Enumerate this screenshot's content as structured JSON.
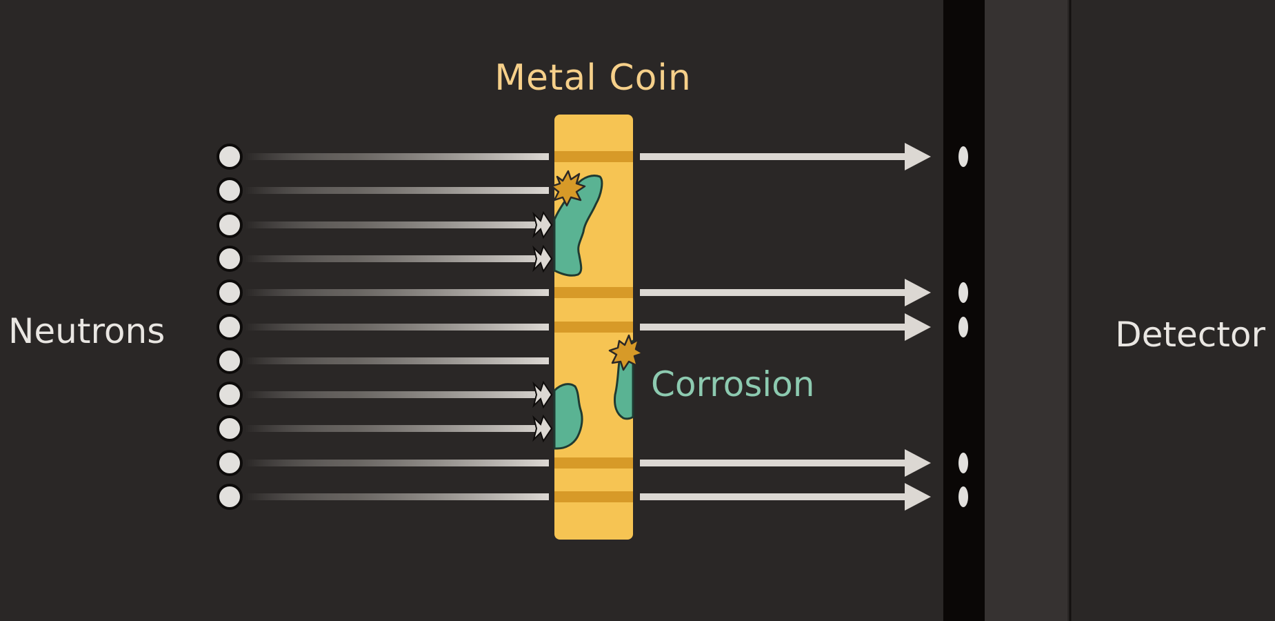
{
  "labels": {
    "coin": "Metal Coin",
    "source": "Neutrons",
    "corrosion": "Corrosion",
    "detector": "Detector"
  },
  "colors": {
    "background": "#2a2726",
    "coin": "#f6c453",
    "coin_band": "#d79a28",
    "corrosion": "#5ab393",
    "corrosion_spark": "#d79a28",
    "beam": "#dcd8d3",
    "neutron": "#e2e0dd",
    "detector_wall": "#0a0706",
    "detector_panel": "#363231",
    "title_text": "#f6d08a",
    "corrosion_text": "#8dcab0",
    "label_text": "#e9e6e2"
  },
  "beams": [
    {
      "id": 1,
      "transmitted": true
    },
    {
      "id": 2,
      "transmitted": false
    },
    {
      "id": 3,
      "transmitted": false
    },
    {
      "id": 4,
      "transmitted": false
    },
    {
      "id": 5,
      "transmitted": true
    },
    {
      "id": 6,
      "transmitted": true
    },
    {
      "id": 7,
      "transmitted": false
    },
    {
      "id": 8,
      "transmitted": false
    },
    {
      "id": 9,
      "transmitted": false
    },
    {
      "id": 10,
      "transmitted": true
    },
    {
      "id": 11,
      "transmitted": true
    }
  ]
}
